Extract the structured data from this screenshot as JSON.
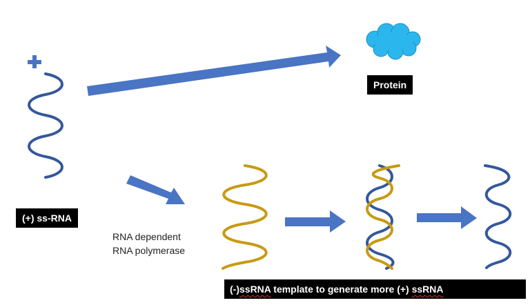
{
  "labels": {
    "plus_strand": "(+) ss-RNA",
    "protein": "Protein",
    "enzyme_line1": "RNA dependent",
    "enzyme_line2": "RNA polymerase",
    "template_part1": "(-)",
    "template_word1": "ssRNA",
    "template_part2": " template to generate more (+) ",
    "template_word2": "ssRNA"
  },
  "colors": {
    "plus_strand": "#34589a",
    "minus_strand": "#c79a12",
    "arrow": "#4a74c4",
    "protein": "#2bb7ee",
    "label_background": "#000000"
  },
  "icons": {
    "plus_sign": "plus-icon",
    "protein": "cloud-icon"
  }
}
